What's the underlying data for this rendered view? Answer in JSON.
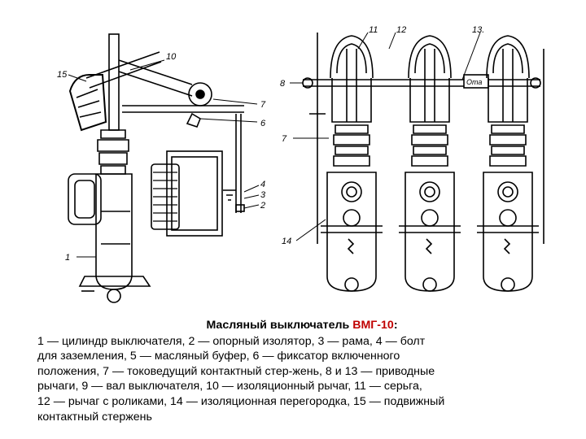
{
  "caption": {
    "title_prefix": "Масляный выключатель ",
    "title_model": "ВМГ-10",
    "title_suffix": ":",
    "lines": [
      "1 — цилиндр выключателя, 2 — опорный изолятор, 3 — рама, 4 — болт",
      "для заземления, 5 — масляный буфер, 6 — фиксатор включенного",
      "положения, 7 — токоведущий контактный стер-жень, 8 и 13 — приводные",
      "рычаги, 9 — вал выключателя, 10 — изоляционный рычаг, 11 — серьга,",
      "12 — рычаг с роликами, 14 — изоляционная перегородка, 15 — подвижный",
      "контактный стержень"
    ]
  },
  "figure": {
    "callouts": {
      "c1": "1",
      "c2": "2",
      "c3": "3",
      "c4": "4",
      "c6": "6",
      "c7": "7",
      "c8": "8",
      "c10": "10",
      "c11": "11",
      "c12": "12",
      "c13": "13.",
      "c14": "14",
      "c15": "15"
    },
    "plate_text": "Ота"
  },
  "colors": {
    "ink": "#000000",
    "highlight": "#c00000",
    "background": "#ffffff"
  }
}
